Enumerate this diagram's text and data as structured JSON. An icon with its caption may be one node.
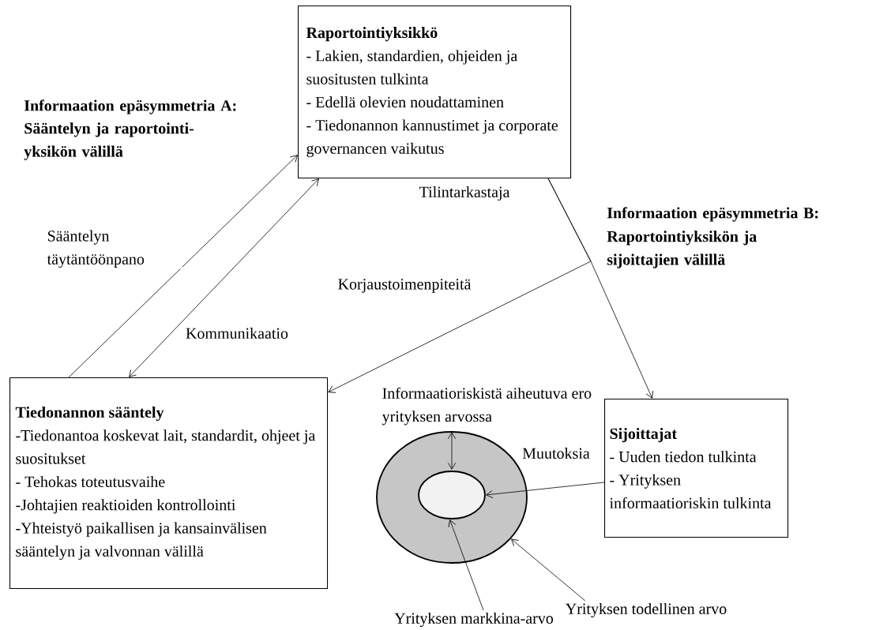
{
  "diagram": {
    "nodes": [
      {
        "text": [
          "Raportointiyksikkö",
          "- Lakien, standardien, ohjeiden ja suositusten tulkinta",
          "- Edellä olevien noudattaminen",
          "- Tiedonannon kannustimet ja corporate governancen vaikutus"
        ]
      },
      {
        "text": [
          "Tiedonannon sääntely",
          "-Tiedonantoa koskevat lait, standardit, ohjeet ja suositukset",
          "- Tehokas toteutusvaihe",
          "-Johtajien reaktioiden kontrollointi",
          "-Yhteistyö paikallisen ja kansainvälisen sääntelyn ja valvonnan välillä"
        ]
      },
      {
        "text": [
          "Sijoittajat",
          "- Uuden tiedon tulkinta",
          "- Yrityksen informaatioriskin tulkinta"
        ]
      },
      {
        "text": [],
        "shape": "circle"
      },
      {
        "text": [],
        "shape": "circle",
        "in": 3
      },
      {
        "text": [
          "Yrityksen todellinen arvo"
        ]
      },
      {
        "text": [
          "Yrityksen markkina-arvo"
        ]
      }
    ],
    "edges": [
      {
        "from": 1,
        "to": 0,
        "arrow": "to",
        "label": "Sääntelyn täytäntöönpano"
      },
      {
        "from": 0,
        "to": 1,
        "arrow": "both",
        "label": "Kommunikaatio"
      },
      {
        "from": 0,
        "to": 2,
        "arrow": "to",
        "label": "Tilintarkastaja"
      },
      {
        "from": 0,
        "to": 1,
        "arrow": "to",
        "label": "Korjaustoimenpiteitä"
      },
      {
        "from": 2,
        "to": 4,
        "arrow": "to",
        "label": "Muutoksia"
      },
      {
        "from": 5,
        "to": 3,
        "arrow": "to"
      },
      {
        "from": 6,
        "to": 4,
        "arrow": "to"
      },
      {
        "from": 3,
        "to": 4,
        "arrow": "both",
        "label": "Informaatioriskistä aiheutuva ero yrityksen arvossa"
      }
    ],
    "labels": [
      "Informaation epäsymmetria A:",
      "Sääntelyn ja raportointi-yksikön välillä",
      "Informaation epäsymmetria B:",
      "Raportointiyksikön ja sijoittajien välillä"
    ]
  }
}
